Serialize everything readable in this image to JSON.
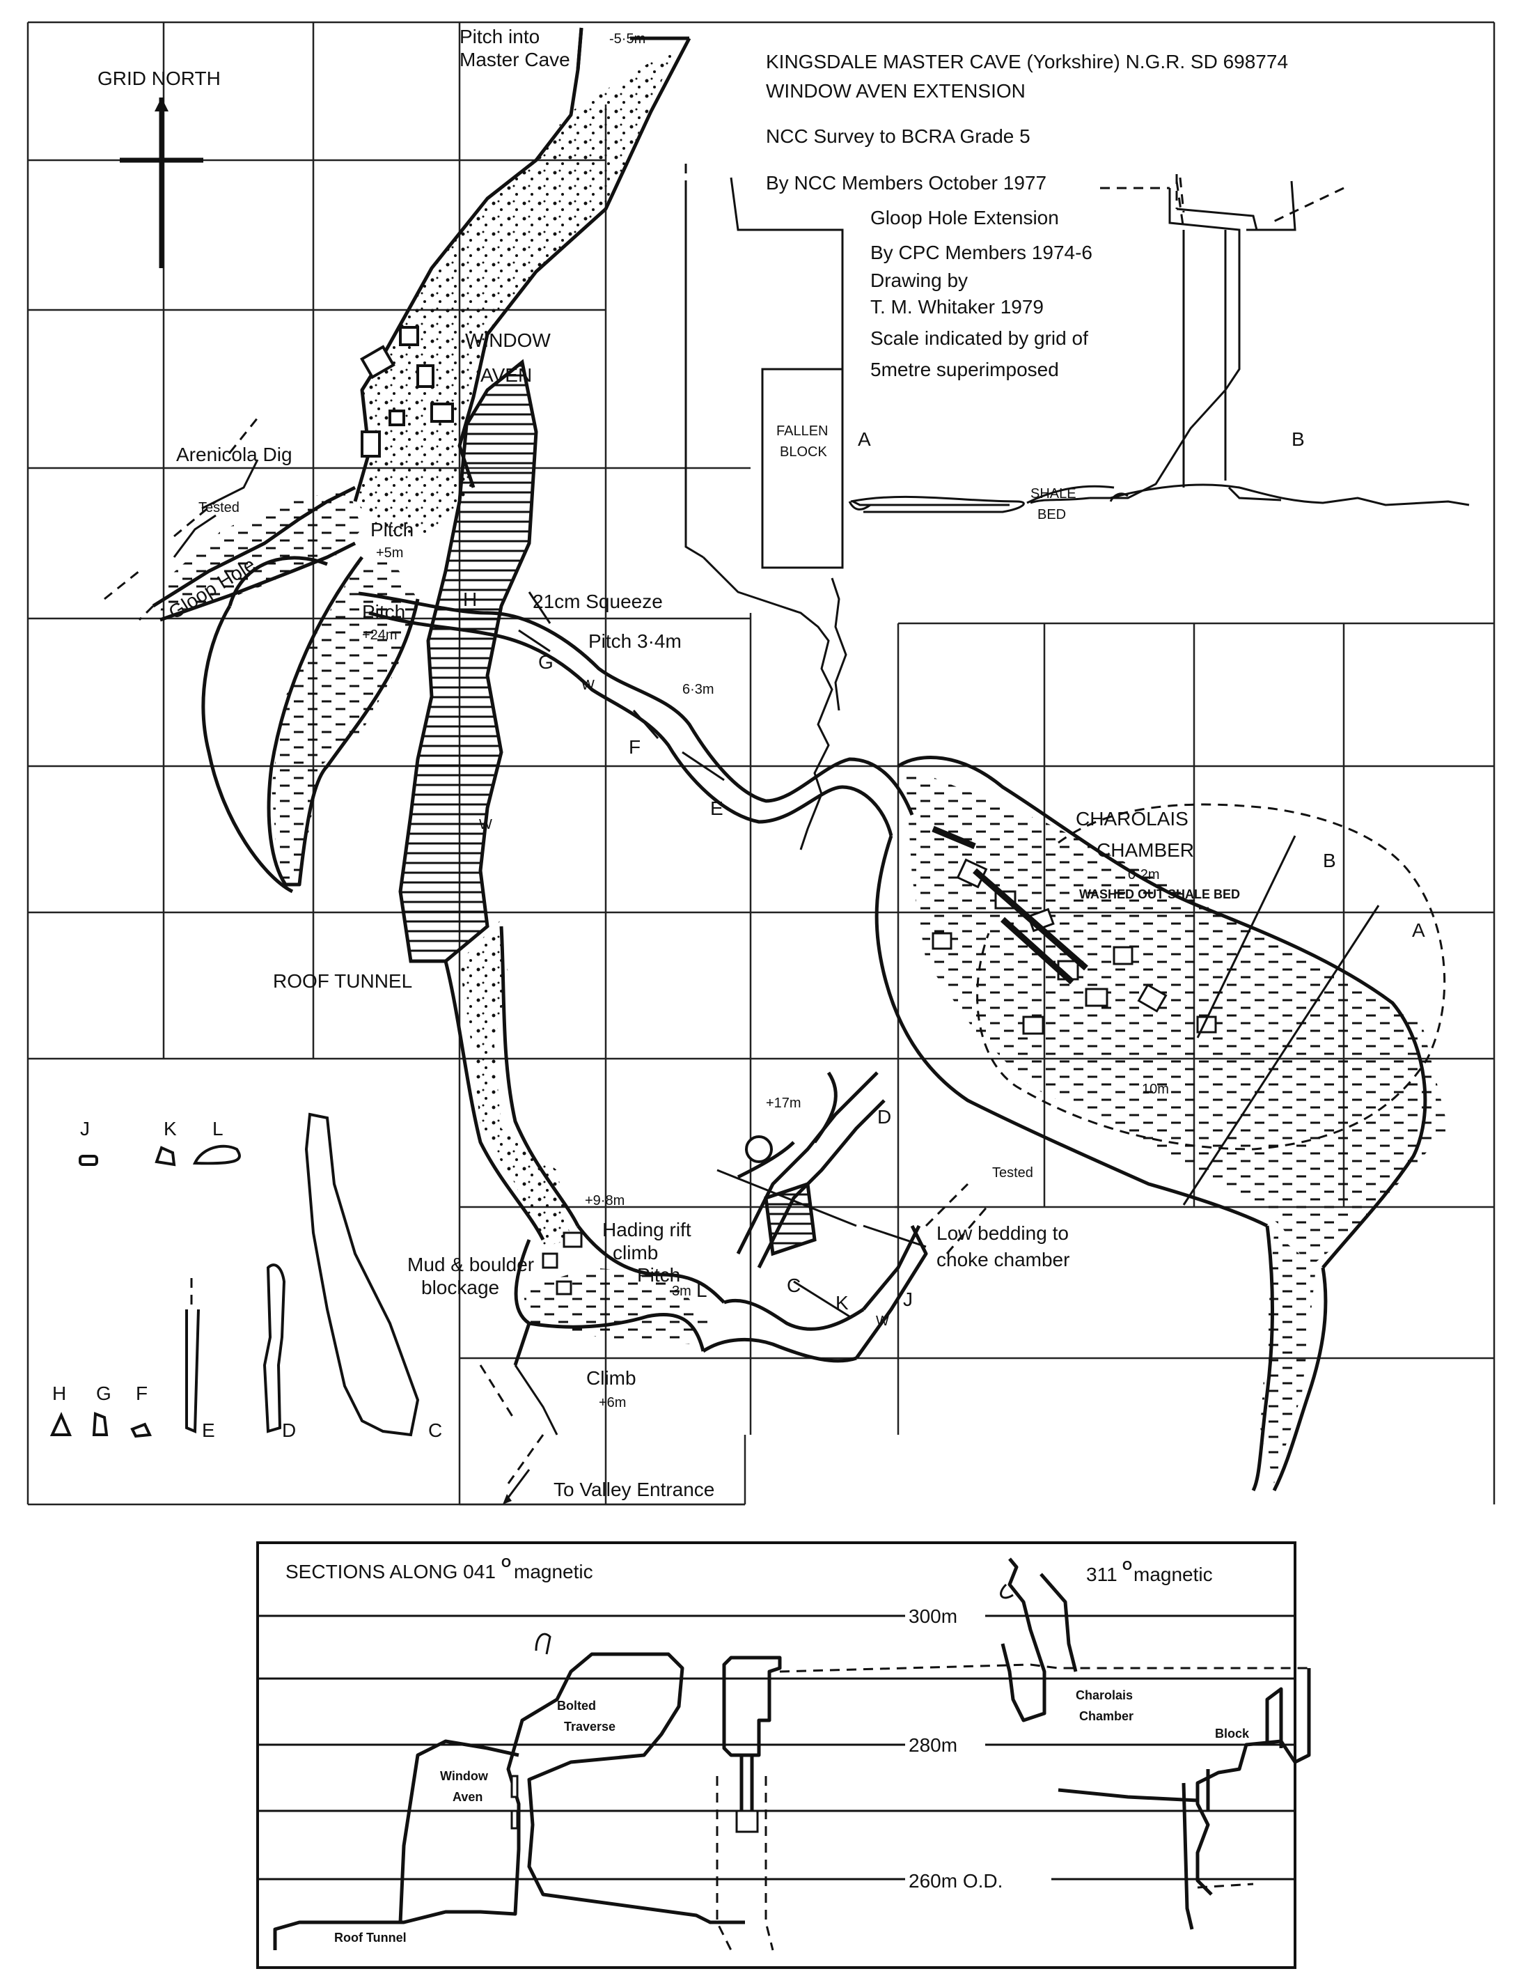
{
  "title": {
    "line1": "KINGSDALE MASTER CAVE  (Yorkshire)  N.G.R.  SD 698774",
    "line2": "WINDOW  AVEN EXTENSION",
    "survey": "NCC Survey to BCRA Grade 5",
    "by_ncc": "By NCC Members October 1977",
    "gloop": "Gloop Hole Extension",
    "by_cpc": "By CPC Members 1974-6",
    "drawing_by": "Drawing by",
    "drawer": "T. M. Whitaker  1979",
    "scale1": "Scale indicated by grid of",
    "scale2": "5metre superimposed"
  },
  "north": "GRID NORTH",
  "labels": {
    "pitch_master": "Pitch into",
    "master_cave": "Master Cave",
    "m55": "-5·5m",
    "window": "WINDOW",
    "aven": "AVEN",
    "arenicola": "Arenicola Dig",
    "tested1": "Tested",
    "gloop_hole": "Gloop Hole",
    "pitch": "Pitch",
    "plus5": "+5m",
    "h": "H",
    "squeeze": "21cm Squeeze",
    "pitch2": "Pitch",
    "plus24": "+24m",
    "g": "G",
    "w1": "W",
    "pitch34": "Pitch  3·4m",
    "m63": "6·3m",
    "f": "F",
    "e": "E",
    "charolais": "CHAROLAIS",
    "chamber": "CHAMBER",
    "m02": "0·2m",
    "washed": "WASHED OUT  SHALE BED",
    "b": "B",
    "a": "A",
    "w2": "W",
    "roof_tunnel": "ROOF TUNNEL",
    "plus17": "+17m",
    "d": "D",
    "m10": "10m",
    "tested2": "Tested",
    "plus98": "+9·8m",
    "hading1": "Hading rift",
    "hading2": "climb",
    "pitch3": "Pitch",
    "m3": "3m",
    "low1": "Low bedding to",
    "low2": "choke chamber",
    "l": "L",
    "c": "C",
    "k": "K",
    "j": "J",
    "w3": "W",
    "mud1": "Mud & boulder",
    "mud2": "blockage",
    "climb": "Climb",
    "plus6": "+6m",
    "valley": "To Valley Entrance"
  },
  "inset_sections": {
    "fallen1": "FALLEN",
    "fallen2": "BLOCK",
    "a": "A",
    "b": "B",
    "shale": "SHALE",
    "bed": "BED"
  },
  "cross_sections": {
    "j": "J",
    "k": "K",
    "l": "L",
    "h": "H",
    "g": "G",
    "f": "F",
    "e": "E",
    "d": "D",
    "c": "C"
  },
  "elevation": {
    "title": "SECTIONS ALONG 041",
    "deg1": "O",
    "magnetic1": " magnetic",
    "angle2": "311",
    "deg2": "O",
    "magnetic2": " magnetic",
    "m300": "300m",
    "m280": "280m",
    "m260": "260m O.D.",
    "bolted1": "Bolted",
    "bolted2": "Traverse",
    "window1": "Window",
    "window2": "Aven",
    "charolais1": "Charolais",
    "charolais2": "Chamber",
    "block": "Block",
    "roof": "Roof Tunnel"
  }
}
